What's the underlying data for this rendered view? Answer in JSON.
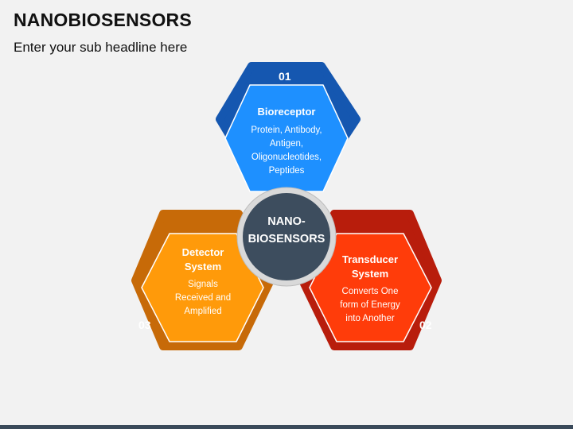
{
  "header": {
    "title": "NANOBIOSENSORS",
    "subtitle": "Enter your sub headline here"
  },
  "center": {
    "line1": "NANO-",
    "line2": "BIOSENSORS",
    "fill": "#3d4d5e"
  },
  "nodes": [
    {
      "number": "01",
      "title": "Bioreceptor",
      "desc_lines": [
        "Protein, Antibody,",
        "Antigen,",
        "Oligonucleotides,",
        "Peptides"
      ],
      "outer_color": "#1557b0",
      "inner_color": "#1e90ff"
    },
    {
      "number": "02",
      "title_lines": [
        "Transducer",
        "System"
      ],
      "desc_lines": [
        "Converts One",
        "form of Energy",
        "into Another"
      ],
      "outer_color": "#b81d0c",
      "inner_color": "#ff3c0a"
    },
    {
      "number": "03",
      "title_lines": [
        "Detector",
        "System"
      ],
      "desc_lines": [
        "Signals",
        "Received and",
        "Amplified"
      ],
      "outer_color": "#c76a08",
      "inner_color": "#ff9a0a"
    }
  ]
}
